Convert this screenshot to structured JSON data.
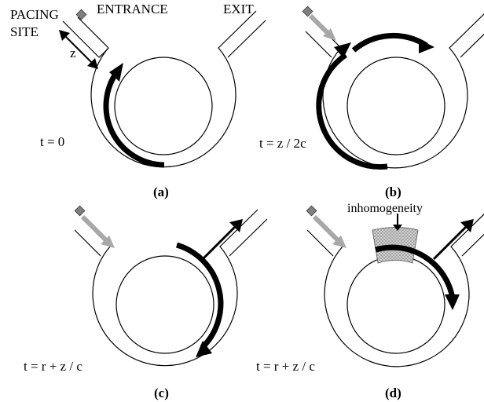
{
  "labels": {
    "pacing_site_line1": "PACING",
    "pacing_site_line2": "SITE",
    "entrance": "ENTRANCE",
    "exit": "EXIT",
    "z": "z",
    "inhomogeneity": "inhomogeneity"
  },
  "panels": [
    {
      "caption": "(a)",
      "time": "t = 0"
    },
    {
      "caption": "(b)",
      "time": "t = z / 2c"
    },
    {
      "caption": "(c)",
      "time": "t = r + z / c"
    },
    {
      "caption": "(d)",
      "time": "t = r + z / c"
    }
  ],
  "colors": {
    "ink": "#000000",
    "stimulus_arrow": "#a8a8a8",
    "pacing_marker": "#808080",
    "inhomogeneity_fill": "#c8c8c8"
  }
}
